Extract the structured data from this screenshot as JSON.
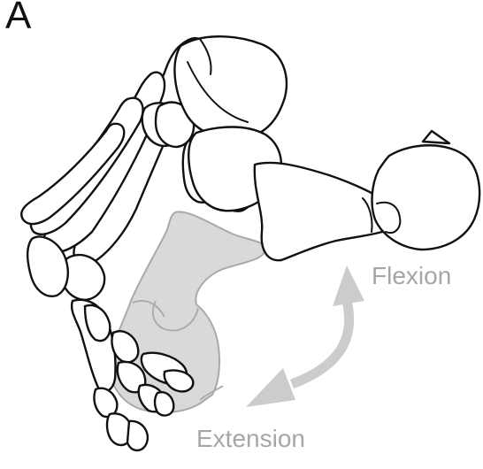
{
  "panel": {
    "label": "A"
  },
  "motion": {
    "flexion_label": "Flexion",
    "extension_label": "Extension",
    "label_color": "#a6a6a6",
    "arrow_color": "#cccccc"
  },
  "colors": {
    "outline": "#111111",
    "bone_fill": "#ffffff",
    "ghost_fill": "#d9d9d9",
    "ghost_outline": "#a9a9a9"
  }
}
